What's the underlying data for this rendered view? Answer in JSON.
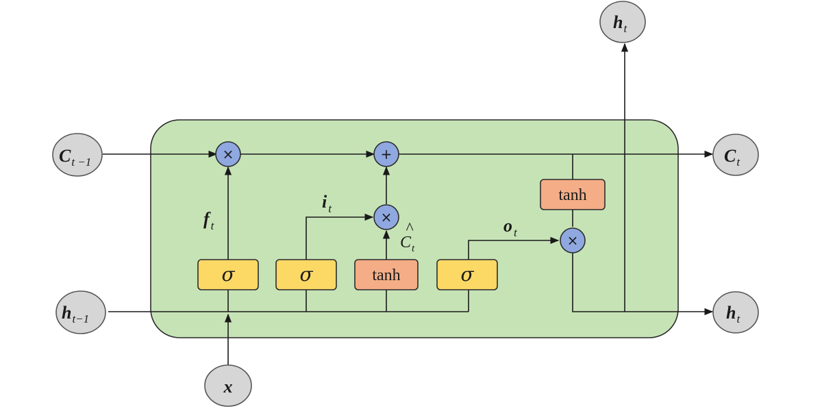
{
  "inputs": {
    "c_prev": {
      "main": "C",
      "sub": "t −1"
    },
    "h_prev": {
      "main": "h",
      "sub": "t−1"
    },
    "x": {
      "main": "x"
    }
  },
  "outputs": {
    "c_out": {
      "main": "C",
      "sub": "t"
    },
    "h_out_right": {
      "main": "h",
      "sub": "t"
    },
    "h_out_top": {
      "main": "h",
      "sub": "t"
    }
  },
  "gates": {
    "forget": "σ",
    "input": "σ",
    "candidate": "tanh",
    "output": "σ",
    "cell_tanh": "tanh"
  },
  "operators": {
    "multiply": "×",
    "add": "+"
  },
  "signal_labels": {
    "f": {
      "main": "f",
      "sub": "t"
    },
    "i": {
      "main": "i",
      "sub": "t"
    },
    "o": {
      "main": "o",
      "sub": "t"
    },
    "c_candidate": {
      "hat": "^",
      "main": "C",
      "sub": "t"
    }
  },
  "colors": {
    "cell_body": "#c6e3b6",
    "sigmoid_gate": "#fcd865",
    "tanh_gate": "#f4ad86",
    "operator": "#8fa8e0",
    "io_node": "#d6d6d6"
  }
}
